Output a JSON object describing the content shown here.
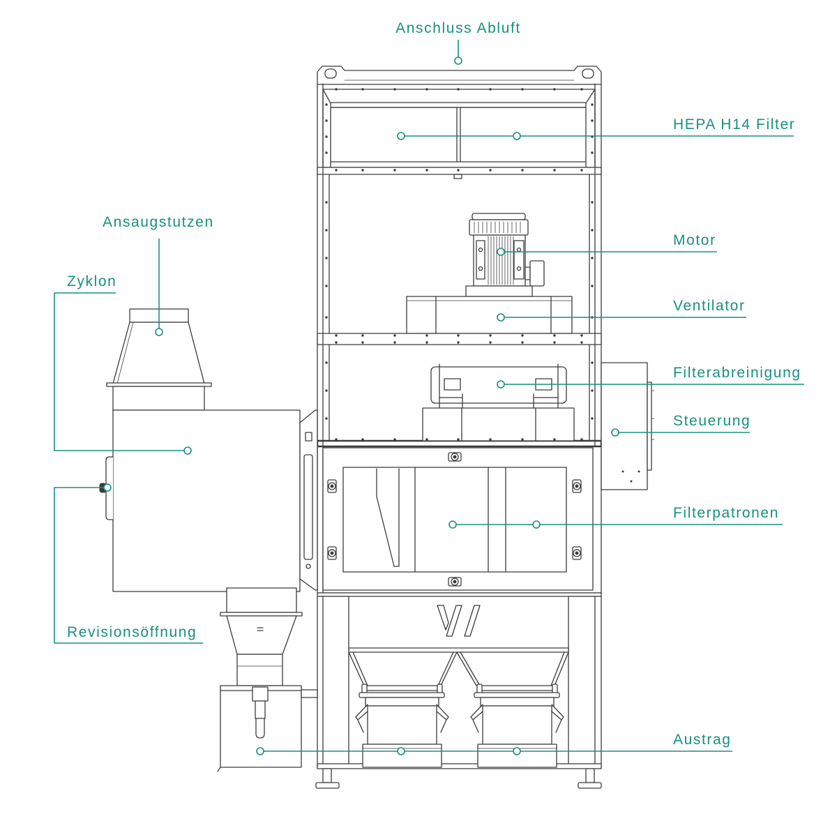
{
  "diagram": {
    "labels": {
      "exhaust_connection": "Anschluss Abluft",
      "hepa_filter": "HEPA H14 Filter",
      "motor": "Motor",
      "fan": "Ventilator",
      "filter_cleaning": "Filterabreinigung",
      "control": "Steuerung",
      "filter_cartridges": "Filterpatronen",
      "discharge": "Austrag",
      "intake_nozzle": "Ansaugstutzen",
      "cyclone": "Zyklon",
      "inspection_opening": "Revisionsöffnung"
    }
  },
  "colors": {
    "accent": "#18907f",
    "line": "#3b3b3b",
    "background": "#ffffff"
  }
}
